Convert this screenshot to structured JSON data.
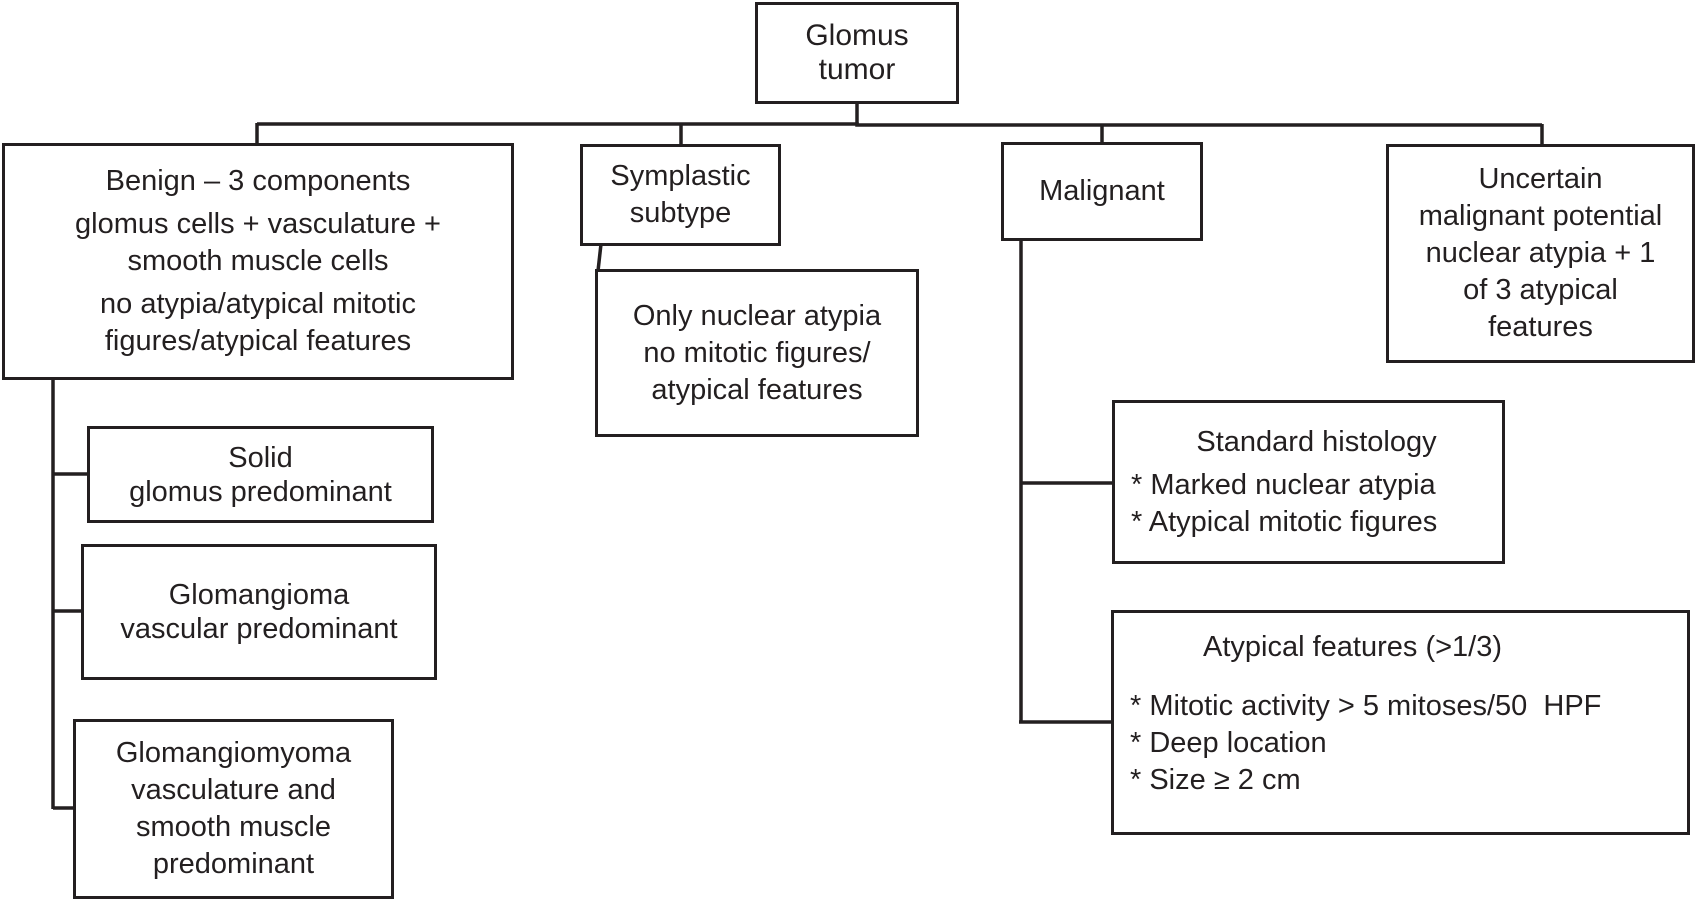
{
  "diagram": {
    "type": "hierarchy",
    "root": {
      "id": "glomus",
      "lines": [
        "Glomus",
        "tumor"
      ]
    },
    "categories": [
      {
        "id": "benign",
        "lines": [
          "Benign – 3 components",
          "glomus cells + vasculature +",
          "smooth muscle cells",
          "no atypia/atypical mitotic",
          "figures/atypical features"
        ],
        "children": [
          {
            "id": "solid",
            "lines": [
              "Solid",
              "glomus predominant"
            ]
          },
          {
            "id": "glomangioma",
            "lines": [
              "Glomangioma",
              "vascular predominant"
            ]
          },
          {
            "id": "glomangiomyoma",
            "lines": [
              "Glomangiomyoma",
              "vasculature and",
              "smooth muscle",
              "predominant"
            ]
          }
        ]
      },
      {
        "id": "symplastic",
        "lines": [
          "Symplastic",
          "subtype"
        ],
        "children": [
          {
            "id": "nuclear-atypia",
            "lines": [
              "Only nuclear atypia",
              "no mitotic figures/",
              "atypical features"
            ]
          }
        ]
      },
      {
        "id": "malignant",
        "lines": [
          "Malignant"
        ],
        "children": [
          {
            "id": "standard-histology",
            "title": "Standard histology",
            "items": [
              "* Marked nuclear atypia",
              "* Atypical mitotic figures"
            ]
          },
          {
            "id": "atypical-features",
            "title": "Atypical features (>1/3)",
            "items": [
              "* Mitotic activity > 5 mitoses/50  HPF",
              "* Deep location",
              "* Size ≥ 2 cm"
            ]
          }
        ]
      },
      {
        "id": "uncertain",
        "lines": [
          "Uncertain",
          "malignant potential",
          "nuclear atypia + 1",
          "of 3 atypical",
          "features"
        ]
      }
    ],
    "colors": {
      "line": "#231f20",
      "background": "#ffffff"
    }
  }
}
